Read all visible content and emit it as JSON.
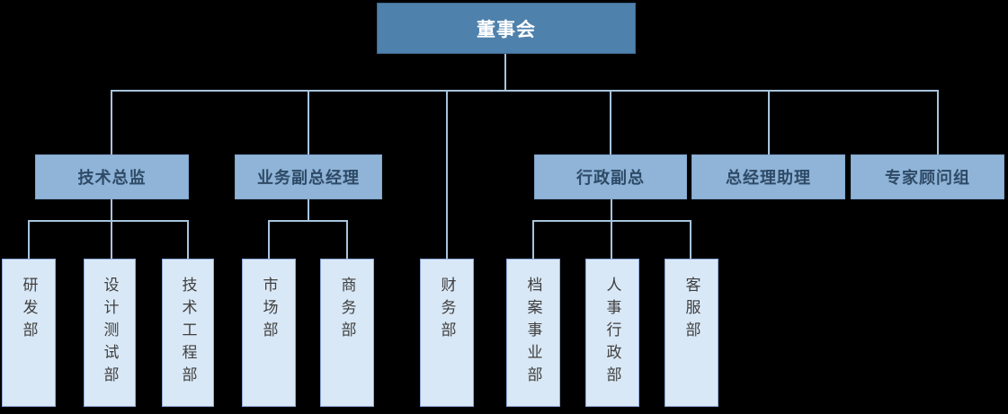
{
  "org": {
    "root": {
      "label": "董事会"
    },
    "managers": [
      {
        "label": "技术总监"
      },
      {
        "label": "业务副总经理"
      },
      {
        "label": "行政副总"
      },
      {
        "label": "总经理助理"
      },
      {
        "label": "专家顾问组"
      }
    ],
    "departments": [
      {
        "label": "研发部"
      },
      {
        "label": "设计测试部"
      },
      {
        "label": "技术工程部"
      },
      {
        "label": "市场部"
      },
      {
        "label": "商务部"
      },
      {
        "label": "财务部"
      },
      {
        "label": "档案事业部"
      },
      {
        "label": "人事行政部"
      },
      {
        "label": "客服部"
      }
    ],
    "hierarchy": {
      "董事会": [
        "技术总监",
        "业务副总经理",
        "财务部",
        "行政副总",
        "总经理助理",
        "专家顾问组"
      ],
      "技术总监": [
        "研发部",
        "设计测试部",
        "技术工程部"
      ],
      "业务副总经理": [
        "市场部",
        "商务部"
      ],
      "行政副总": [
        "档案事业部",
        "人事行政部",
        "客服部"
      ]
    }
  },
  "colors": {
    "background": "#000000",
    "root_fill": "#4E81AC",
    "root_border": "#3E688E",
    "root_text": "#FFFFFF",
    "manager_fill": "#8FB4D8",
    "manager_border": "#7FA6CC",
    "manager_text": "#2E4A66",
    "department_fill": "#D9E8F6",
    "department_border": "#8FAADC",
    "department_text": "#3F3F3F",
    "connector": "#A7C4DE"
  }
}
